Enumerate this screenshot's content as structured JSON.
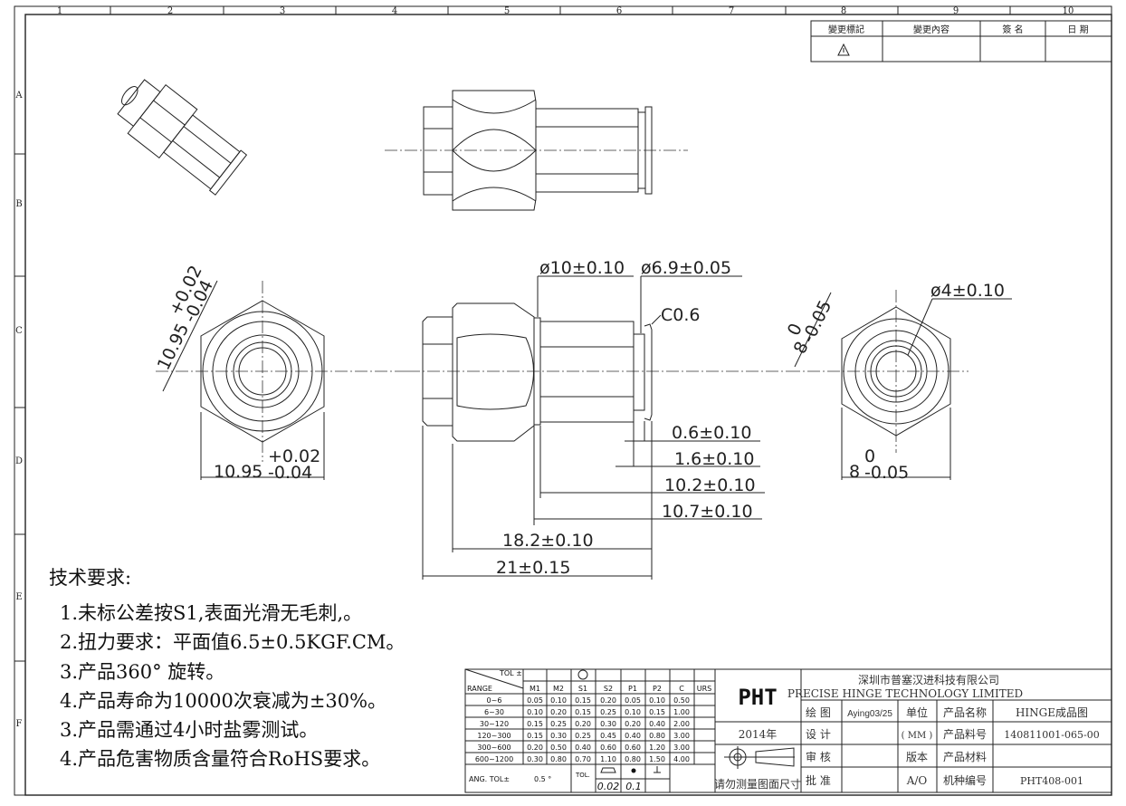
{
  "frame": {
    "columns": [
      "1",
      "2",
      "3",
      "4",
      "5",
      "6",
      "7",
      "8",
      "9",
      "10"
    ],
    "rows": [
      "A",
      "B",
      "C",
      "D",
      "E",
      "F"
    ]
  },
  "revision_block": {
    "headers": [
      "變更標記",
      "變更內容",
      "簽 名",
      "日 期"
    ],
    "mark_icon": "warning-triangle-icon"
  },
  "dimensions": {
    "d10": "ø10±0.10",
    "d69": "ø6.9±0.05",
    "c06": "C0.6",
    "l06": "0.6±0.10",
    "l16": "1.6±0.10",
    "l102": "10.2±0.10",
    "l107": "10.7±0.10",
    "l182": "18.2±0.10",
    "l21": "21±0.15",
    "hex_diag": "10.95",
    "hex_diag_tol_up": "+0.02",
    "hex_diag_tol_dn": "-0.04",
    "hex_w": "10.95",
    "hex_w_tol_up": "+0.02",
    "hex_w_tol_dn": "-0.04",
    "d4": "ø4±0.10",
    "r_diag": "8",
    "r_diag_up": "0",
    "r_diag_dn": "-0.05",
    "r_w": "8",
    "r_w_up": "0",
    "r_w_dn": "-0.05"
  },
  "requirements": {
    "title": "技术要求:",
    "items": [
      "1.未标公差按S1,表面光滑无毛刺,。",
      "2.扭力要求：平面值6.5±0.5KGF.CM。",
      "3.产品360° 旋转。",
      "4.产品寿命为10000次衰减为±30%。",
      "3.产品需通过4小时盐雾测试。",
      "4.产品危害物质含量符合RoHS要求。"
    ]
  },
  "tolerance_table": {
    "tol_label": "TOL ±",
    "range_label": "RANGE",
    "columns": [
      "M1",
      "M2",
      "S1",
      "S2",
      "P1",
      "P2",
      "C",
      "URS"
    ],
    "rows": [
      [
        "0~6",
        "0.05",
        "0.10",
        "0.15",
        "0.20",
        "0.05",
        "0.10",
        "0.50",
        ""
      ],
      [
        "6~30",
        "0.10",
        "0.20",
        "0.15",
        "0.25",
        "0.10",
        "0.15",
        "1.00",
        ""
      ],
      [
        "30~120",
        "0.15",
        "0.25",
        "0.20",
        "0.30",
        "0.20",
        "0.40",
        "2.00",
        ""
      ],
      [
        "120~300",
        "0.15",
        "0.30",
        "0.25",
        "0.45",
        "0.40",
        "0.80",
        "3.00",
        ""
      ],
      [
        "300~600",
        "0.20",
        "0.50",
        "0.40",
        "0.60",
        "0.60",
        "1.20",
        "3.00",
        ""
      ],
      [
        "600~1200",
        "0.30",
        "0.80",
        "0.70",
        "1.10",
        "0.80",
        "1.50",
        "4.00",
        ""
      ]
    ],
    "ang_label": "ANG.  TOL±",
    "ang_value": "0.5 °",
    "tol_small": "TOL.",
    "flatness": "0.02",
    "concentric": "0.1"
  },
  "title_block": {
    "logo": "PHT",
    "company_cn": "深圳市普塞汉进科技有限公司",
    "company_en": "PRECISE HINGE TECHNOLOGY LIMITED",
    "year": "2014年",
    "projection_note": "请勿测量图面尺寸",
    "draw_label": "绘 图",
    "draw_value": "Aying03/25",
    "design_label": "设 计",
    "check_label": "审 核",
    "approve_label": "批 准",
    "unit_label": "单位",
    "unit_value": "( MM )",
    "version_label": "版本",
    "version_value": "A/O",
    "name_label": "产品名称",
    "name_value": "HINGE成品图",
    "part_label": "产品料号",
    "part_value": "140811001-065-00",
    "material_label": "产品材料",
    "material_value": "",
    "model_label": "机种编号",
    "model_value": "PHT408-001"
  }
}
